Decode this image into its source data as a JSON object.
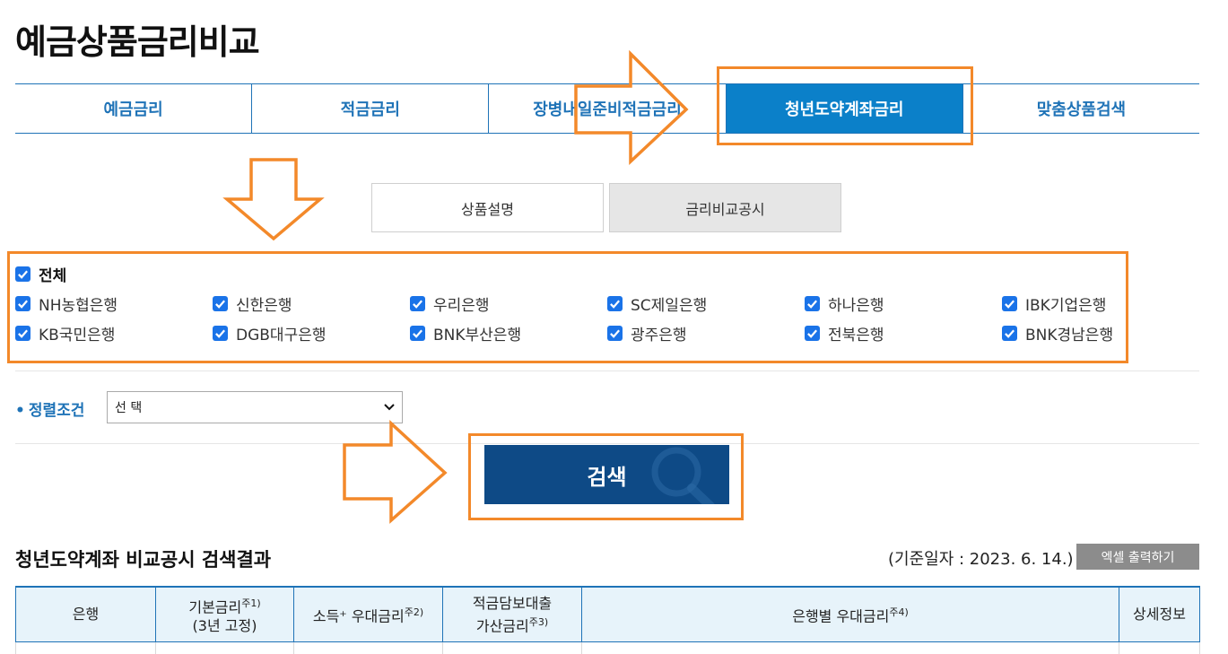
{
  "page_title": "예금상품금리비교",
  "main_tabs": [
    {
      "label": "예금금리",
      "active": false
    },
    {
      "label": "적금금리",
      "active": false
    },
    {
      "label": "장병내일준비적금금리",
      "active": false
    },
    {
      "label": "청년도약계좌금리",
      "active": true
    },
    {
      "label": "맞춤상품검색",
      "active": false
    }
  ],
  "sub_tabs": [
    {
      "label": "상품설명",
      "active": false
    },
    {
      "label": "금리비교공시",
      "active": true
    }
  ],
  "banks": {
    "all_label": "전체",
    "items": [
      {
        "label": "NH농협은행",
        "checked": true
      },
      {
        "label": "신한은행",
        "checked": true
      },
      {
        "label": "우리은행",
        "checked": true
      },
      {
        "label": "SC제일은행",
        "checked": true
      },
      {
        "label": "하나은행",
        "checked": true
      },
      {
        "label": "IBK기업은행",
        "checked": true
      },
      {
        "label": "KB국민은행",
        "checked": true
      },
      {
        "label": "DGB대구은행",
        "checked": true
      },
      {
        "label": "BNK부산은행",
        "checked": true
      },
      {
        "label": "광주은행",
        "checked": true
      },
      {
        "label": "전북은행",
        "checked": true
      },
      {
        "label": "BNK경남은행",
        "checked": true
      }
    ]
  },
  "sort": {
    "label": "정렬조건",
    "selected": "선 택"
  },
  "search_button": "검색",
  "results": {
    "title": "청년도약계좌 비교공시 검색결과",
    "base_date": "(기준일자 : 2023. 6. 14.)",
    "excel_button": "엑셀 출력하기",
    "columns": [
      {
        "line1": "은행",
        "sup1": "",
        "line2": "",
        "sup2": ""
      },
      {
        "line1": "기본금리",
        "sup1": "주1)",
        "line2": "(3년 고정)",
        "sup2": ""
      },
      {
        "line1": "소득⁺ 우대금리",
        "sup1": "주2)",
        "line2": "",
        "sup2": ""
      },
      {
        "line1": "적금담보대출",
        "sup1": "",
        "line2": "가산금리",
        "sup2": "주3)"
      },
      {
        "line1": "은행별 우대금리",
        "sup1": "주4)",
        "line2": "",
        "sup2": ""
      },
      {
        "line1": "상세정보",
        "sup1": "",
        "line2": "",
        "sup2": ""
      }
    ]
  },
  "colors": {
    "accent_blue": "#1f73b7",
    "active_tab": "#0b80c9",
    "search_button": "#0e4a86",
    "checkbox": "#1a73e8",
    "annotation_orange": "#f3892a"
  }
}
